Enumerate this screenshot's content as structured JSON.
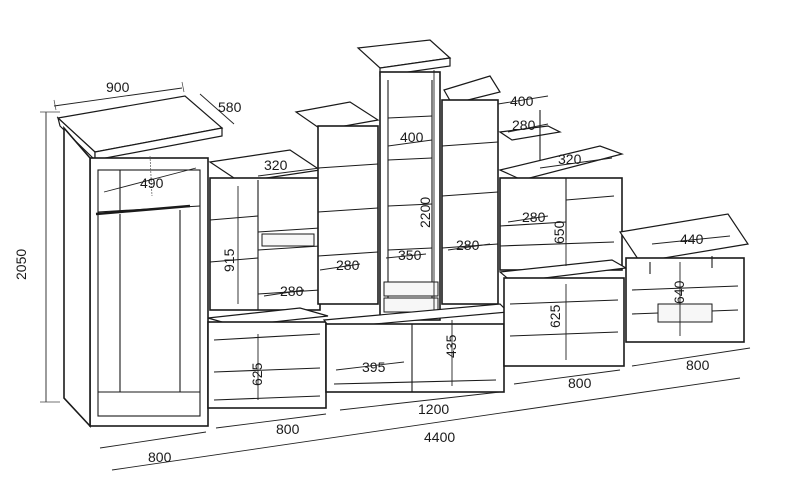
{
  "drawing": {
    "stroke_color": "#1a1a1a",
    "background": "#ffffff"
  },
  "dimensions": {
    "wardrobe_width": "900",
    "wardrobe_depth": "580",
    "total_height": "2050",
    "wardrobe_inner_depth": "490",
    "wardrobe_base": "800",
    "left_bookcase_depth": "320",
    "left_bookcase_height": "915",
    "left_bookcase_shelf": "280",
    "left_base_height": "625",
    "left_base_width": "800",
    "tower_depth": "400",
    "tower_height": "2200",
    "tower_left_shelf": "280",
    "tower_center_shelf": "350",
    "tower_right_shelf": "280",
    "center_base_left": "395",
    "center_base_height": "435",
    "center_base_width": "1200",
    "right_top_width": "400",
    "right_top_shelf": "280",
    "right_bookcase_depth": "320",
    "right_bookcase_shelf": "280",
    "right_bookcase_height": "650",
    "right_base_height": "625",
    "right_base_width": "800",
    "far_right_depth": "440",
    "far_right_height": "640",
    "far_right_width": "800",
    "total_width": "4400"
  }
}
